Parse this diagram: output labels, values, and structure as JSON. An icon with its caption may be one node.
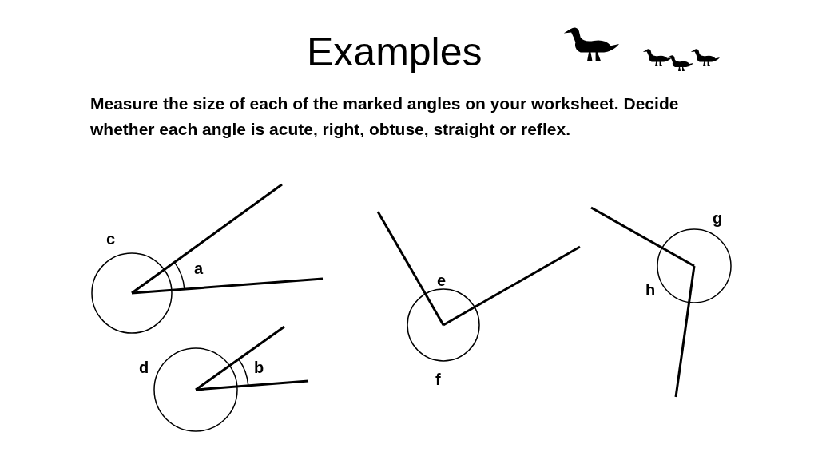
{
  "diagram": {
    "title": "Examples",
    "labels": [
      "Measure the size of each of the marked angles on your worksheet. Decide whether each angle is acute, right, obtuse, straight or reflex.",
      "g",
      "c",
      "a",
      "e",
      "h",
      "d",
      "b",
      "f"
    ]
  }
}
